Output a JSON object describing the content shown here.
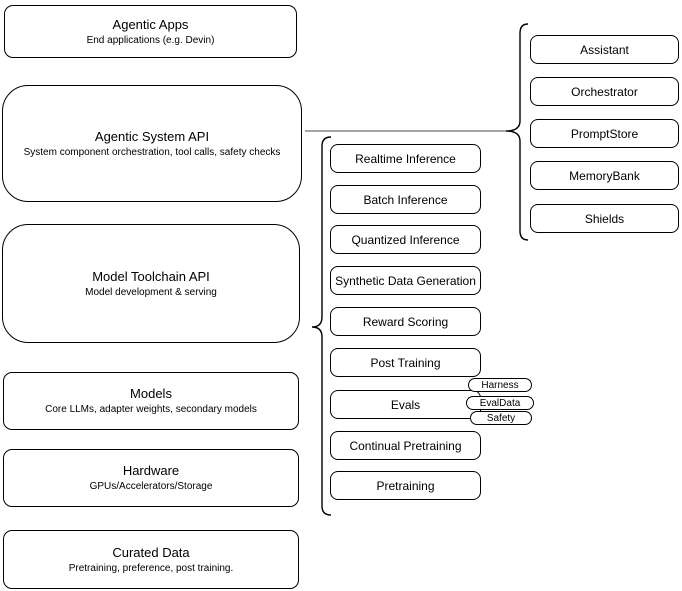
{
  "diagram": {
    "left_stack": [
      {
        "title": "Agentic Apps",
        "subtitle": "End applications (e.g. Devin)"
      },
      {
        "title": "Agentic System API",
        "subtitle": "System component orchestration, tool calls, safety checks"
      },
      {
        "title": "Model Toolchain API",
        "subtitle": "Model development & serving"
      },
      {
        "title": "Models",
        "subtitle": "Core LLMs, adapter weights, secondary models"
      },
      {
        "title": "Hardware",
        "subtitle": "GPUs/Accelerators/Storage"
      },
      {
        "title": "Curated Data",
        "subtitle": "Pretraining, preference, post training."
      }
    ],
    "toolchain_items": [
      "Realtime Inference",
      "Batch Inference",
      "Quantized Inference",
      "Synthetic Data Generation",
      "Reward Scoring",
      "Post Training",
      "Evals",
      "Continual Pretraining",
      "Pretraining"
    ],
    "evals_tags": [
      "Harness",
      "EvalData",
      "Safety"
    ],
    "system_components": [
      "Assistant",
      "Orchestrator",
      "PromptStore",
      "MemoryBank",
      "Shields"
    ],
    "colors": {
      "stroke": "#000000",
      "background": "#ffffff",
      "connector": "#6f6f6f"
    }
  }
}
